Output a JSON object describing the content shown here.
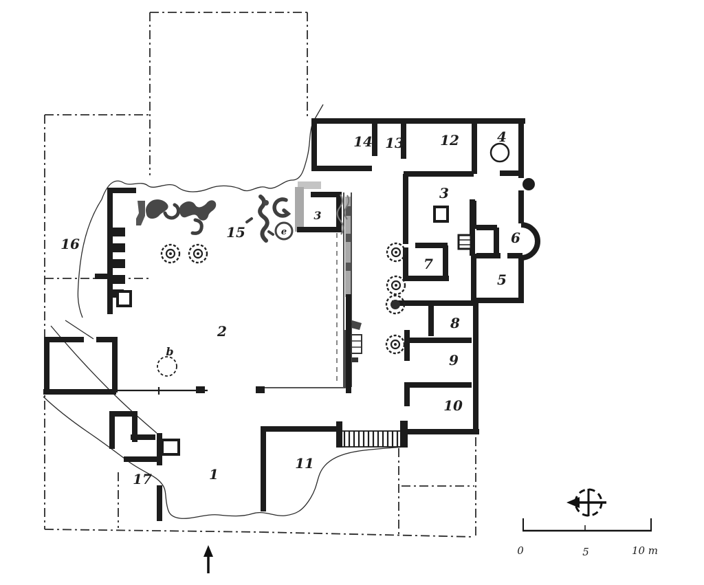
{
  "plan": {
    "room_labels": {
      "r1": "1",
      "r2": "2",
      "r3": "3",
      "r4": "4",
      "r5": "5",
      "r6": "6",
      "r7": "7",
      "r8": "8",
      "r9": "9",
      "r10": "10",
      "r11": "11",
      "r12": "12",
      "r13": "13",
      "r14": "14",
      "r15": "15",
      "r16": "16",
      "r17": "17"
    },
    "feature_labels": {
      "oven_room": "3",
      "basin": "b",
      "mill": "e"
    },
    "scale_bar": {
      "tick0": "0",
      "tick5": "5",
      "tick10": "10 m"
    },
    "colors": {
      "wall": "#1c1c1c",
      "debris": "#474747",
      "shading": "#a9a9a9",
      "paper": "#ffffff"
    }
  }
}
